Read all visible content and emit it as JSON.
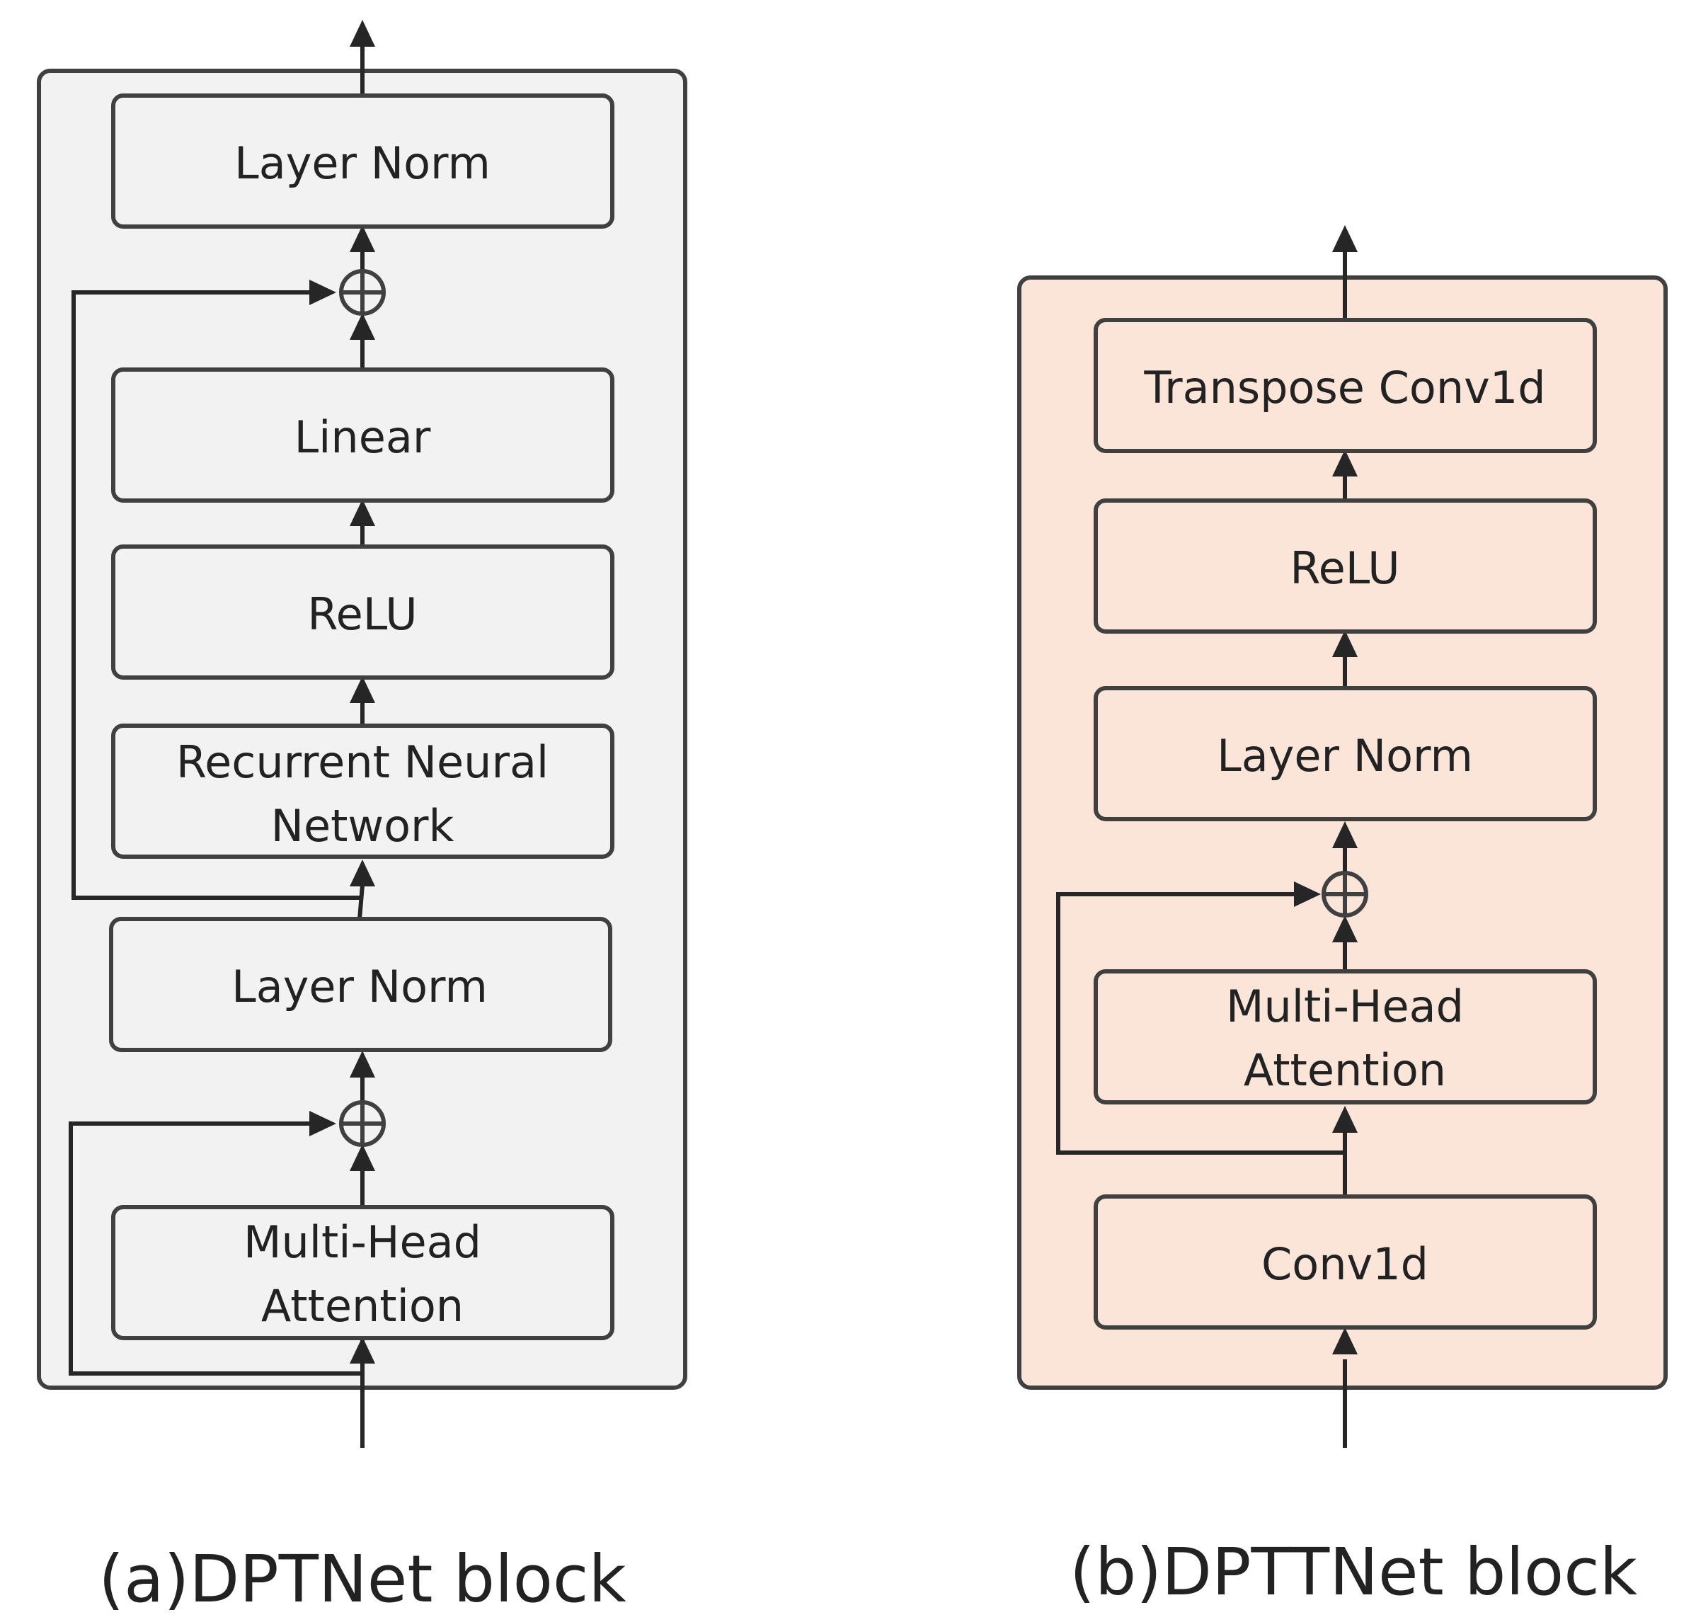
{
  "colors": {
    "panel_a_fill": "#f2f2f2",
    "panel_b_fill": "#fae5d8",
    "box_fill_a": "#f2f2f2",
    "box_fill_b": "#fae5d8",
    "stroke": "#404040",
    "line": "#262626",
    "text": "#222222"
  },
  "panel_a": {
    "caption": "(a)DPTNet block",
    "boxes": {
      "layer_norm_top": [
        "Layer Norm"
      ],
      "linear": [
        "Linear"
      ],
      "relu": [
        "ReLU"
      ],
      "rnn": [
        "Recurrent Neural",
        "Network"
      ],
      "layer_norm_mid": [
        "Layer Norm"
      ],
      "mha": [
        "Multi-Head",
        "Attention"
      ]
    }
  },
  "panel_b": {
    "caption": "(b)DPTTNet block",
    "boxes": {
      "transpose_conv": [
        "Transpose Conv1d"
      ],
      "relu": [
        "ReLU"
      ],
      "layer_norm": [
        "Layer Norm"
      ],
      "mha": [
        "Multi-Head",
        "Attention"
      ],
      "conv1d": [
        "Conv1d"
      ]
    }
  }
}
